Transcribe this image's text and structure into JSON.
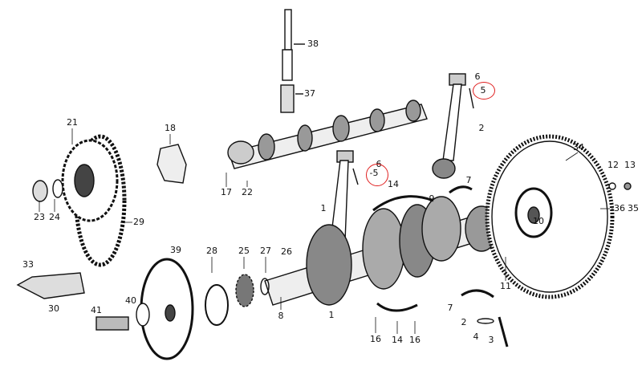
{
  "title": "Engine internals exploded parts diagram",
  "highlight_color": "#e02020",
  "labels": [
    "38",
    "37",
    "21",
    "18",
    "6",
    "5",
    "2",
    "34",
    "12",
    "13",
    "6",
    "-5",
    "14",
    "9",
    "7",
    "17",
    "22",
    "23",
    "24",
    "29",
    "1",
    "-36",
    "35",
    "10",
    "33",
    "39",
    "28",
    "25",
    "27",
    "26",
    "40",
    "30",
    "8",
    "41",
    "11",
    "7",
    "2",
    "4",
    "3",
    "16",
    "14",
    "16",
    "1"
  ],
  "highlighted_part": "5"
}
